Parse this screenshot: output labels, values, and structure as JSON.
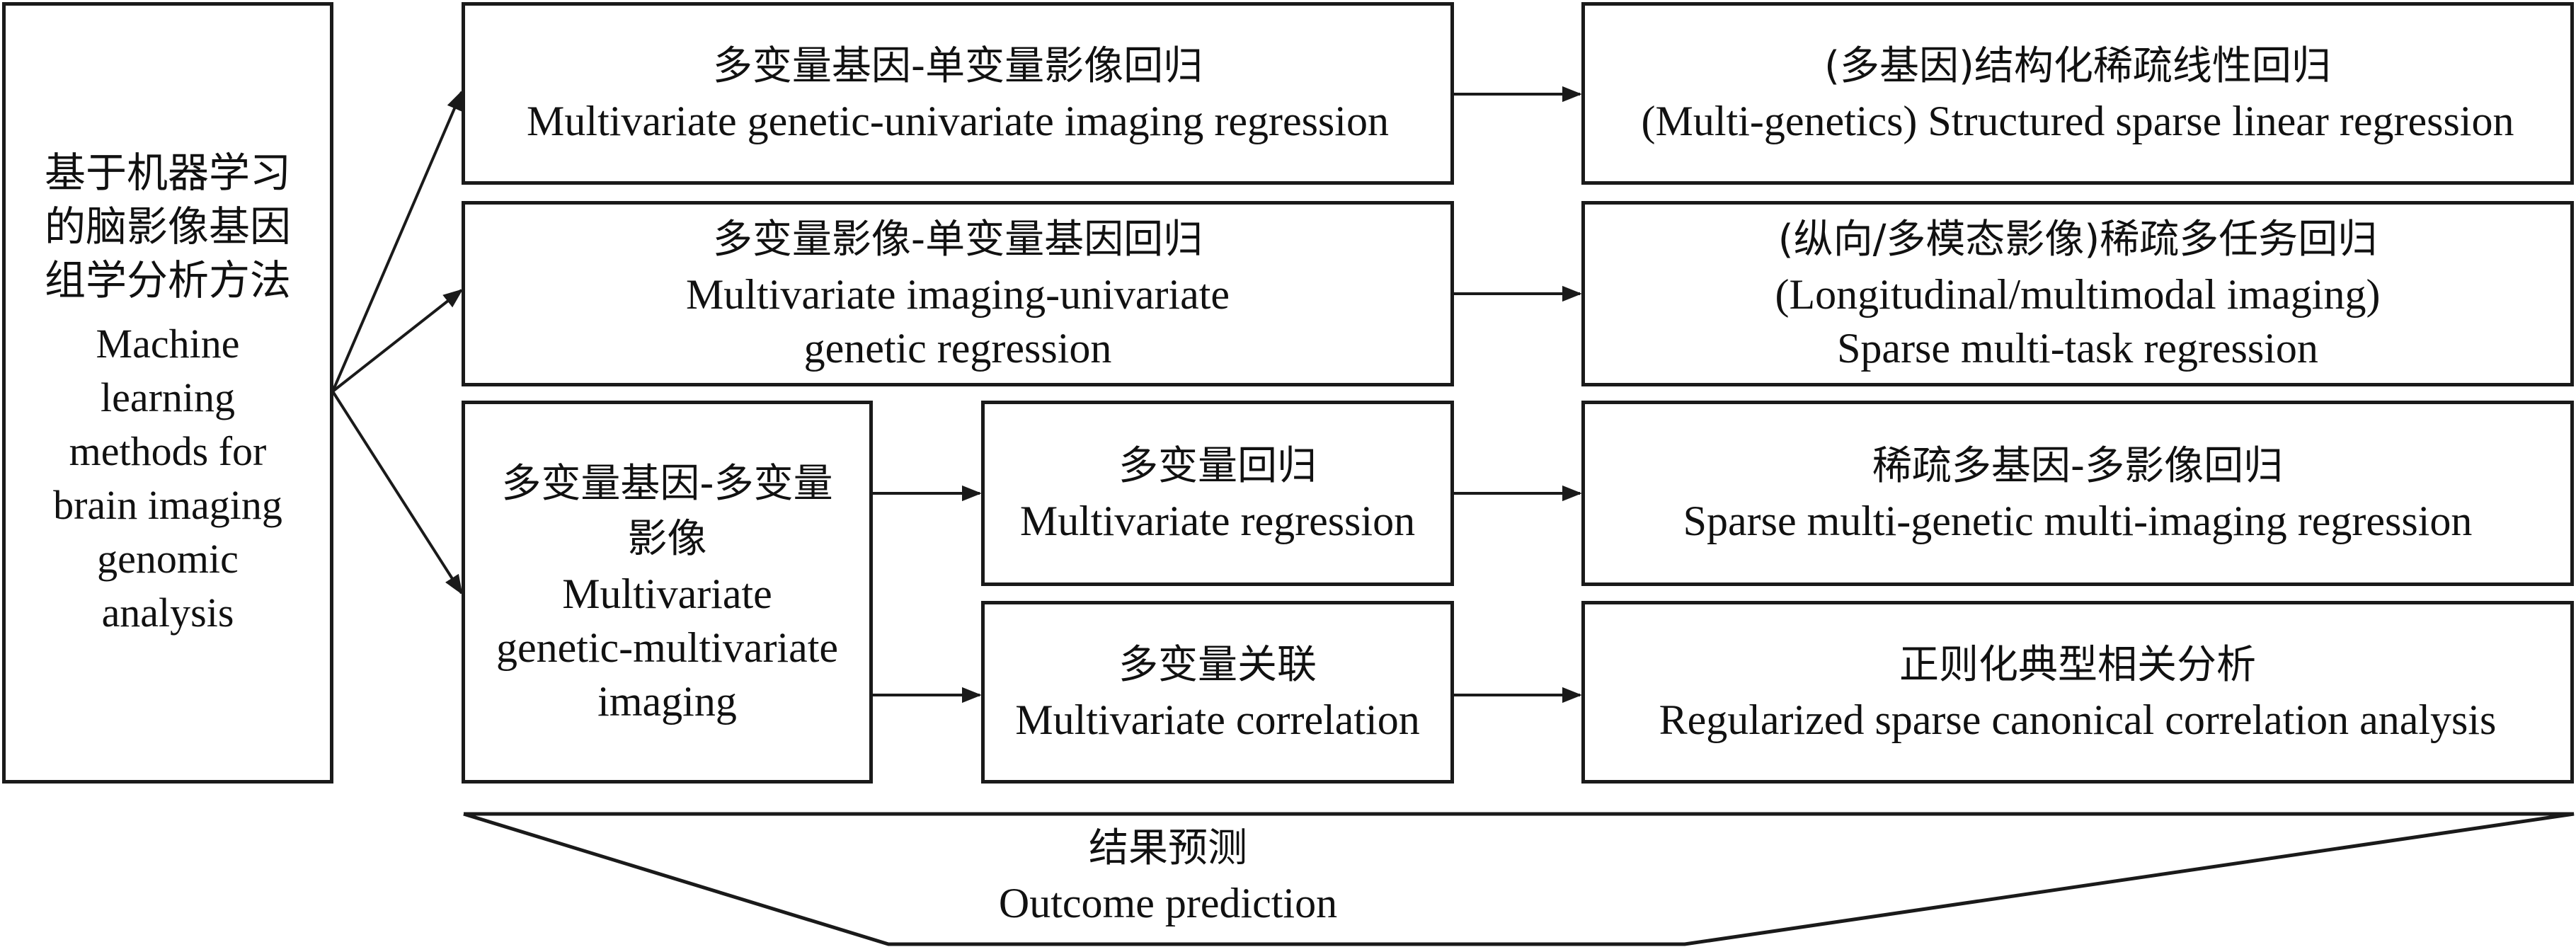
{
  "source": {
    "zh_lines": [
      "基于机器学习",
      "的脑影像基因",
      "组学分析方法"
    ],
    "en_lines": [
      "Machine",
      "learning",
      "methods for",
      "brain imaging",
      "genomic",
      "analysis"
    ]
  },
  "categories": [
    {
      "zh": "多变量基因-单变量影像回归",
      "en_lines": [
        "Multivariate genetic-univariate imaging regression"
      ]
    },
    {
      "zh": "多变量影像-单变量基因回归",
      "en_lines": [
        "Multivariate imaging-univariate",
        "genetic regression"
      ]
    },
    {
      "zh_lines": [
        "多变量基因-多变量",
        "影像"
      ],
      "en_lines": [
        "Multivariate",
        "genetic-multivariate",
        "imaging"
      ]
    }
  ],
  "sub_methods": [
    {
      "zh": "多变量回归",
      "en": "Multivariate regression"
    },
    {
      "zh": "多变量关联",
      "en": "Multivariate correlation"
    }
  ],
  "methods": [
    {
      "zh": "(多基因)结构化稀疏线性回归",
      "en_lines": [
        "(Multi-genetics) Structured sparse linear regression"
      ]
    },
    {
      "zh": "(纵向/多模态影像)稀疏多任务回归",
      "en_lines": [
        "(Longitudinal/multimodal imaging)",
        "Sparse multi-task regression"
      ]
    },
    {
      "zh": "稀疏多基因-多影像回归",
      "en_lines": [
        "Sparse multi-genetic multi-imaging regression"
      ]
    },
    {
      "zh": "正则化典型相关分析",
      "en_lines": [
        "Regularized sparse canonical correlation analysis"
      ]
    }
  ],
  "outcome": {
    "zh": "结果预测",
    "en": "Outcome prediction"
  }
}
